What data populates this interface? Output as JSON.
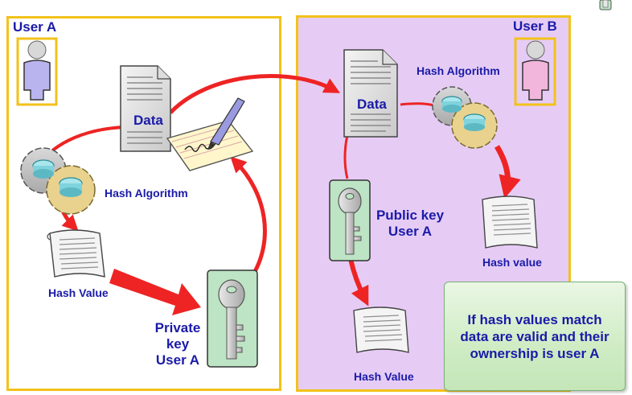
{
  "user_a": {
    "label": "User A",
    "data_label": "Data",
    "hash_algorithm_label": "Hash Algorithm",
    "hash_value_label": "Hash Value",
    "private_key_lines": [
      "Private",
      "key",
      "User A"
    ]
  },
  "user_b": {
    "label": "User B",
    "data_label": "Data",
    "hash_algorithm_label": "Hash Algorithm",
    "public_key_lines": [
      "Public key",
      "User A"
    ],
    "hash_value_label_right": "Hash value",
    "hash_value_label_bottom": "Hash Value"
  },
  "note": {
    "lines": [
      "If hash values match",
      "data are valid and their",
      "ownership is user A"
    ]
  },
  "colors": {
    "panel_border": "#f2c21a",
    "panel_b_fill": "#e6ccf5",
    "label_text": "#1a1aa8",
    "arrow": "#ee2424",
    "user_a_body": "#b9b4ee",
    "user_b_body": "#f2b6dc",
    "key_card": "#bde4c4"
  },
  "icons": [
    "user-icon",
    "document-icon",
    "signature-pen-icon",
    "gears-icon",
    "scroll-icon",
    "key-icon"
  ]
}
